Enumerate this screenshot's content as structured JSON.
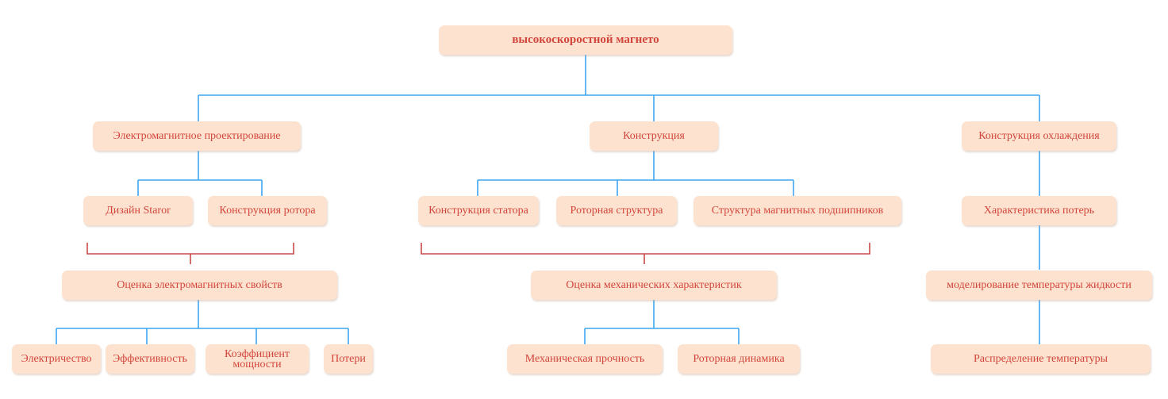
{
  "root": "высокоскоростной магнето",
  "branches": {
    "electromagnetic": {
      "title": "Электромагнитное проектирование",
      "items": [
        "Дизайн Staror",
        "Конструкция ротора"
      ],
      "evaluation": "Оценка электромагнитных свойств",
      "results": [
        "Электричество",
        "Эффективность",
        "Коэффициент мощности",
        "Потери"
      ]
    },
    "construction": {
      "title": "Конструкция",
      "items": [
        "Конструкция статора",
        "Роторная структура",
        "Структура магнитных подшипников"
      ],
      "evaluation": "Оценка механических характеристик",
      "results": [
        "Механическая прочность",
        "Роторная динамика"
      ]
    },
    "cooling": {
      "title": "Конструкция охлаждения",
      "steps": [
        "Характеристика потерь",
        "моделирование температуры жидкости",
        "Распределение температуры"
      ]
    }
  },
  "colors": {
    "node_fill": "#fde3cf",
    "node_text": "#d2453c",
    "tree_line": "#3ea6f0",
    "bracket_line": "#c94a4a"
  }
}
